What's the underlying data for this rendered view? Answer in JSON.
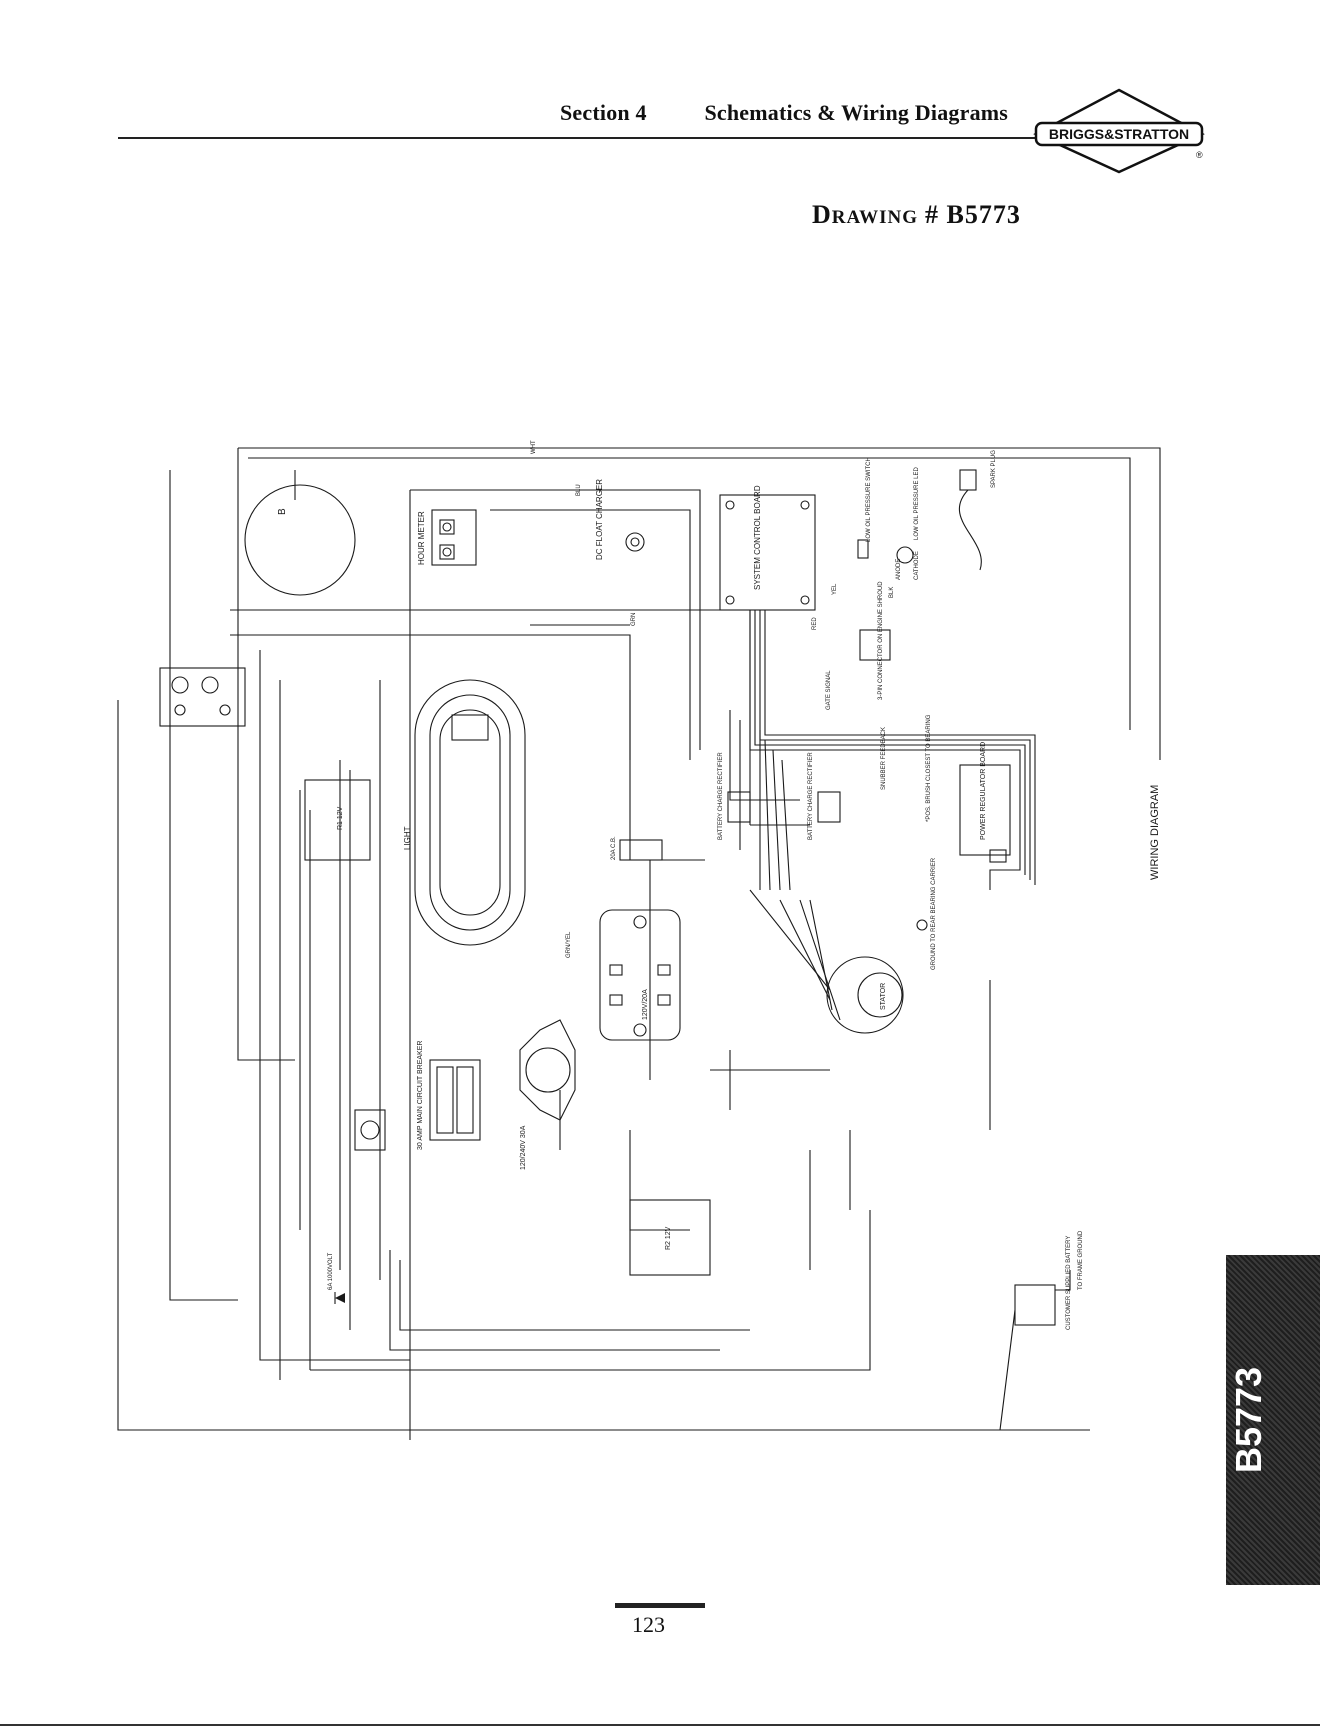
{
  "header": {
    "section": "Section 4",
    "title": "Schematics & Wiring Diagrams"
  },
  "brand": {
    "logo_text": "BRIGGS&STRATTON",
    "registered_mark": "®"
  },
  "drawing": {
    "prefix": "D",
    "word": "RAWING",
    "number": "# B5773"
  },
  "side_tab": {
    "label": "B5773"
  },
  "page_number": "123",
  "diagram": {
    "title": "WIRING DIAGRAM",
    "components": {
      "hour_meter": "HOUR METER",
      "dc_float_charger": "DC FLOAT CHARGER",
      "system_control_board": "SYSTEM CONTROL BOARD",
      "low_oil_pressure_switch": "LOW OIL PRESSURE SWITCH",
      "low_oil_pressure_led": "LOW OIL PRESSURE LED",
      "anode": "ANODE",
      "cathode": "CATHODE",
      "spark_plug": "SPARK PLUG",
      "connector": "3-PIN CONNECTOR ON ENGINE SHROUD",
      "gate_signal": "GATE SIGNAL",
      "snubber_feedback": "SNUBBER FEEDBACK",
      "pos_brush": "*POS. BRUSH CLOSEST TO BEARING",
      "power_regulator_board": "POWER REGULATOR BOARD",
      "battery_charge_rectifier": "BATTERY CHARGE RECTIFIER",
      "stator": "STATOR",
      "ground_rear_carrier": "GROUND TO REAR BEARING CARRIER",
      "light": "LIGHT",
      "relay_r1": "R1 12V",
      "relay_r2": "R2 12V",
      "main_breaker": "30 AMP MAIN CIRCUIT BREAKER",
      "outlet_120_240": "120/240V 30A",
      "outlet_120": "120V/20A",
      "cb_20a": "20A C.B.",
      "customer_battery": "CUSTOMER SUPPLIED BATTERY",
      "to_frame_ground": "TO FRAME GROUND",
      "diode_6a": "6A 1000VOLT"
    },
    "wire_colors": {
      "wht": "WHT",
      "blu": "BLU",
      "grn": "GRN",
      "red": "RED",
      "yel": "YEL",
      "blk": "BLK",
      "grn_yel": "GRN/YEL"
    },
    "ink_color": "#1a1a1a"
  }
}
